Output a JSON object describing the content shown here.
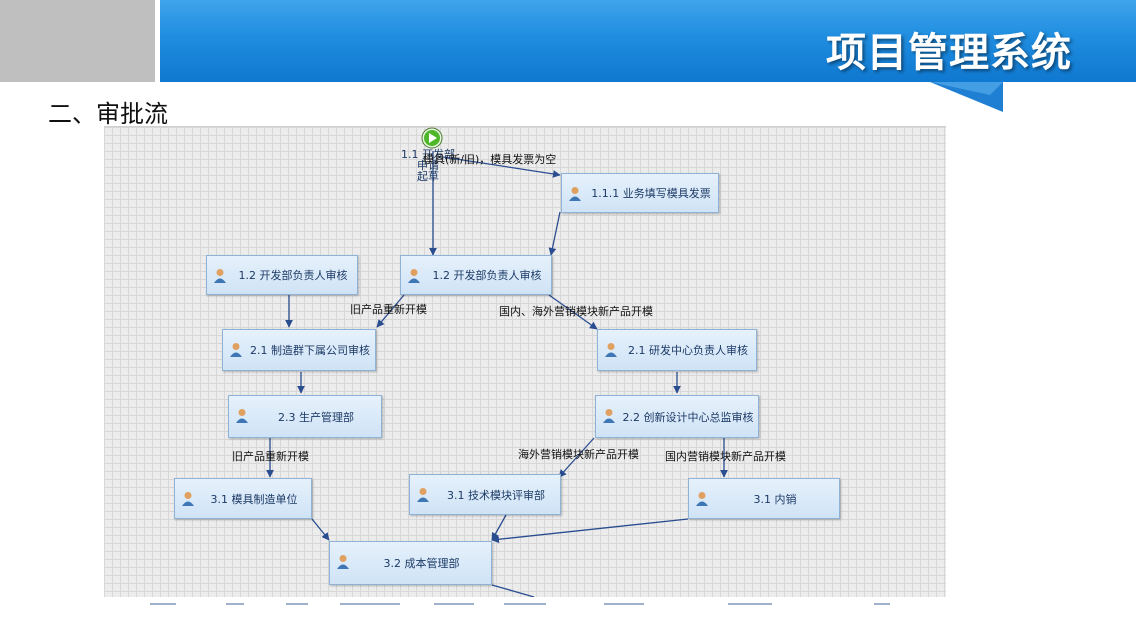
{
  "header": {
    "title": "项目管理系统"
  },
  "section": {
    "title": "二、审批流"
  },
  "diagram": {
    "start": {
      "label": "1.1 开发部申请\n起草"
    },
    "overlap_label": "模具(新/旧)，模具发票为空",
    "nodes": {
      "n111": "1.1.1 业务填写模具发票",
      "n12a": "1.2 开发部负责人审核",
      "n12b": "1.2 开发部负责人审核",
      "n21a": "2.1 制造群下属公司审核",
      "n21b": "2.1 研发中心负责人审核",
      "n23": "2.3 生产管理部",
      "n22": "2.2 创新设计中心总监审核",
      "n31a": "3.1 模具制造单位",
      "n31b": "3.1 技术模块评审部",
      "n31c": "3.1 内销",
      "n32": "3.2 成本管理部"
    },
    "edge_labels": {
      "old_mold_1": "旧产品重新开模",
      "domestic_overseas": "国内、海外营销模块新产品开模",
      "old_mold_2": "旧产品重新开模",
      "overseas": "海外营销模块新产品开模",
      "domestic": "国内营销模块新产品开模"
    }
  },
  "colors": {
    "banner_blue": "#1f8de0",
    "node_fill": "#d9e9f8",
    "node_border": "#8fb3d6",
    "edge": "#2a4d8f",
    "start_green": "#4fb82a"
  }
}
